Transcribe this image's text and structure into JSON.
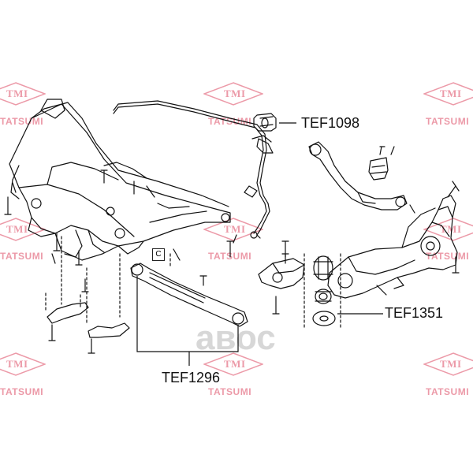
{
  "watermark": {
    "logo_text": "TMI",
    "brand_text": "TATSUMI",
    "center_mark": "авос",
    "color": "#ec9aa8"
  },
  "callouts": {
    "stabilizer_bushing": "TEF1098",
    "lower_arm": "TEF1296",
    "trailing_arm_bushing": "TEF1351"
  },
  "marker_letter": "C",
  "line_color": "#111111"
}
